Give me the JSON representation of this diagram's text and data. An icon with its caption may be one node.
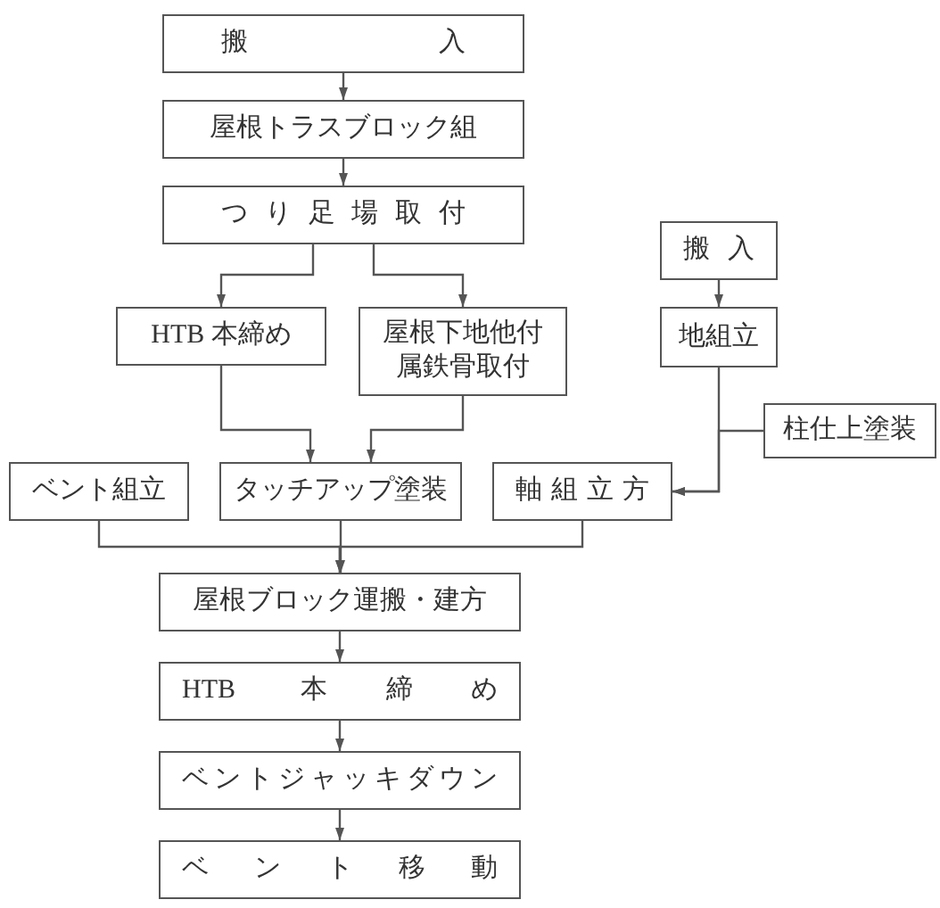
{
  "diagram": {
    "nodes": [
      {
        "text": [
          "搬入"
        ]
      },
      {
        "text": [
          "屋根トラスブロック組"
        ]
      },
      {
        "text": [
          "つり足場取付"
        ]
      },
      {
        "text": [
          "HTB 本締め"
        ]
      },
      {
        "text": [
          "屋根下地他付属鉄骨取付"
        ]
      },
      {
        "text": [
          "搬入"
        ]
      },
      {
        "text": [
          "地組立"
        ]
      },
      {
        "text": [
          "柱仕上塗装"
        ]
      },
      {
        "text": [
          "ベント組立"
        ]
      },
      {
        "text": [
          "タッチアップ塗装"
        ]
      },
      {
        "text": [
          "軸組立方"
        ]
      },
      {
        "text": [
          "屋根ブロック運搬・建方"
        ]
      },
      {
        "text": [
          "HTB 本締め"
        ]
      },
      {
        "text": [
          "ベントジャッキダウン"
        ]
      },
      {
        "text": [
          "ベント移動"
        ]
      }
    ],
    "edges": [
      {
        "from": 0,
        "to": 1,
        "arrow": "to"
      },
      {
        "from": 1,
        "to": 2,
        "arrow": "to"
      },
      {
        "from": 2,
        "to": 3,
        "arrow": "to"
      },
      {
        "from": 2,
        "to": 4,
        "arrow": "to"
      },
      {
        "from": 3,
        "to": 9,
        "arrow": "to"
      },
      {
        "from": 4,
        "to": 9,
        "arrow": "to"
      },
      {
        "from": 5,
        "to": 6,
        "arrow": "to"
      },
      {
        "from": 6,
        "to": 10,
        "arrow": "to"
      },
      {
        "from": 7,
        "to": 10,
        "arrow": "to"
      },
      {
        "from": 8,
        "to": 11,
        "arrow": "to"
      },
      {
        "from": 9,
        "to": 11,
        "arrow": "to"
      },
      {
        "from": 10,
        "to": 11,
        "arrow": "to"
      },
      {
        "from": 11,
        "to": 12,
        "arrow": "to"
      },
      {
        "from": 12,
        "to": 13,
        "arrow": "to"
      },
      {
        "from": 13,
        "to": 14,
        "arrow": "to"
      }
    ]
  }
}
